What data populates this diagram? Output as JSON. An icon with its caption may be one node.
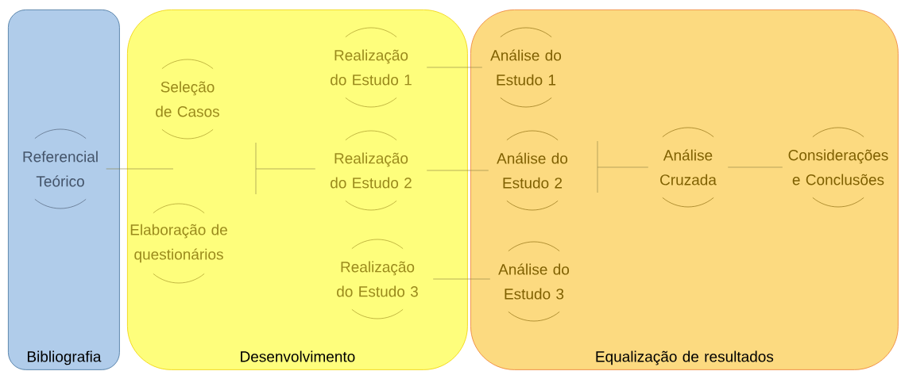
{
  "diagram": {
    "nodes": [
      {
        "text": [
          "Bibliografia"
        ]
      },
      {
        "text": [
          "Desenvolvimento"
        ]
      },
      {
        "text": [
          "Equalização de resultados"
        ]
      },
      {
        "text": [
          "Referencial Teórico"
        ],
        "in": 0
      },
      {
        "text": [
          "Seleção de Casos"
        ],
        "in": 1
      },
      {
        "text": [
          "Elaboração de questionários"
        ],
        "in": 1
      },
      {
        "text": [
          "Realização do Estudo 1"
        ],
        "in": 1
      },
      {
        "text": [
          "Realização do Estudo 2"
        ],
        "in": 1
      },
      {
        "text": [
          "Realização do Estudo 3"
        ],
        "in": 1
      },
      {
        "text": [
          "Análise do Estudo 1"
        ],
        "in": 2
      },
      {
        "text": [
          "Análise do Estudo 2"
        ],
        "in": 2
      },
      {
        "text": [
          "Análise do Estudo 3"
        ],
        "in": 2
      },
      {
        "text": [
          "Análise Cruzada"
        ],
        "in": 2
      },
      {
        "text": [
          "Considerações e Conclusões"
        ],
        "in": 2
      }
    ],
    "edges": [
      {
        "from": 3,
        "to": null,
        "arrow": "none"
      },
      {
        "from": null,
        "to": 7,
        "arrow": "none"
      },
      {
        "from": 6,
        "to": 9,
        "arrow": "none"
      },
      {
        "from": 7,
        "to": 10,
        "arrow": "none"
      },
      {
        "from": 8,
        "to": 11,
        "arrow": "none"
      },
      {
        "from": null,
        "to": 12,
        "arrow": "none"
      },
      {
        "from": 12,
        "to": 13,
        "arrow": "none"
      }
    ]
  }
}
